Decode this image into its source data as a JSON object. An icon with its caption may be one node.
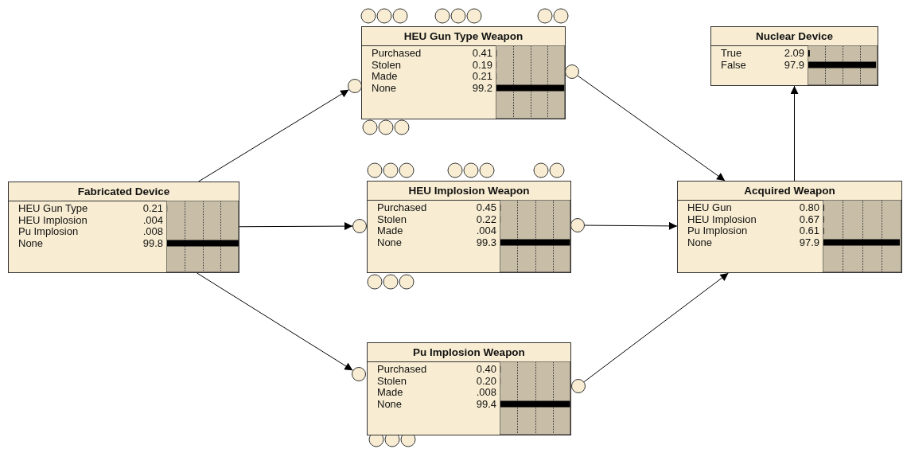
{
  "diagram": {
    "nodes": [
      {
        "text": [
          "HEU Gun Type Weapon",
          "Purchased",
          "0.41",
          "Stolen",
          "0.19",
          "Made",
          "0.21",
          "None",
          "99.2"
        ]
      },
      {
        "text": [
          "Nuclear Device",
          "True",
          "2.09",
          "False",
          "97.9"
        ]
      },
      {
        "text": [
          "Fabricated Device",
          "HEU Gun Type",
          "0.21",
          "HEU Implosion",
          ".004",
          "Pu Implosion",
          ".008",
          "None",
          "99.8"
        ]
      },
      {
        "text": [
          "HEU Implosion Weapon",
          "Purchased",
          "0.45",
          "Stolen",
          "0.22",
          "Made",
          ".004",
          "None",
          "99.3"
        ]
      },
      {
        "text": [
          "Acquired Weapon",
          "HEU Gun",
          "0.80",
          "HEU Implosion",
          "0.67",
          "Pu Implosion",
          "0.61",
          "None",
          "97.9"
        ]
      },
      {
        "text": [
          "Pu Implosion Weapon",
          "Purchased",
          "0.40",
          "Stolen",
          "0.20",
          "Made",
          ".008",
          "None",
          "99.4"
        ]
      },
      {
        "text": [],
        "shape": "circle"
      },
      {
        "text": [],
        "shape": "circle"
      },
      {
        "text": [],
        "shape": "circle"
      },
      {
        "text": [],
        "shape": "circle"
      },
      {
        "text": [],
        "shape": "circle"
      },
      {
        "text": [],
        "shape": "circle"
      }
    ],
    "edges": [
      {
        "from": 2,
        "to": 6,
        "arrow": "to"
      },
      {
        "from": 7,
        "to": 4,
        "arrow": "to"
      },
      {
        "from": 2,
        "to": 8,
        "arrow": "to"
      },
      {
        "from": 9,
        "to": 4,
        "arrow": "to"
      },
      {
        "from": 2,
        "to": 10,
        "arrow": "to"
      },
      {
        "from": 11,
        "to": 4,
        "arrow": "to"
      },
      {
        "from": 4,
        "to": 1,
        "arrow": "to"
      }
    ]
  }
}
